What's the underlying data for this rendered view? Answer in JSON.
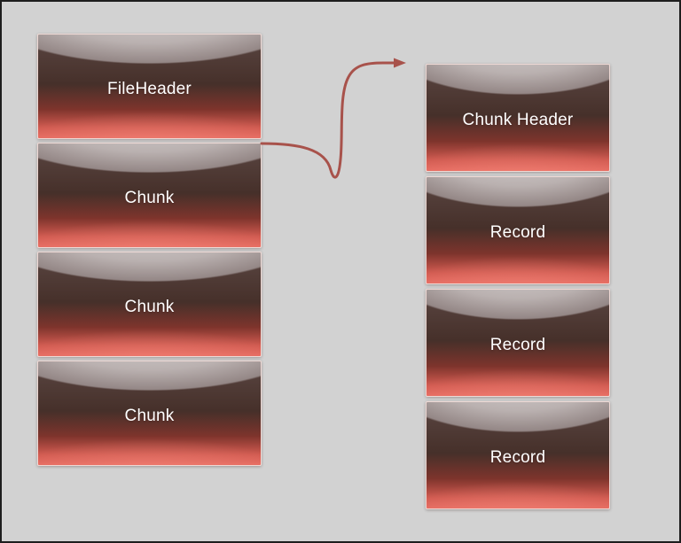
{
  "diagram": {
    "file_structure": {
      "boxes": [
        {
          "label": "FileHeader"
        },
        {
          "label": "Chunk"
        },
        {
          "label": "Chunk"
        },
        {
          "label": "Chunk"
        }
      ]
    },
    "chunk_structure": {
      "boxes": [
        {
          "label": "Chunk Header"
        },
        {
          "label": "Record"
        },
        {
          "label": "Record"
        },
        {
          "label": "Record"
        }
      ]
    },
    "arrow": {
      "from": "Chunk",
      "to": "Chunk Header",
      "color": "#a8524b"
    },
    "colors": {
      "background": "#d2d2d2",
      "canvas_border": "#1e1e1e",
      "box_gray_top": "#d6d3d3",
      "box_dark_mid": "#46302a",
      "box_red_bottom": "#e56a60",
      "box_border": "#eed9d5",
      "label_text": "#ffffff"
    }
  }
}
